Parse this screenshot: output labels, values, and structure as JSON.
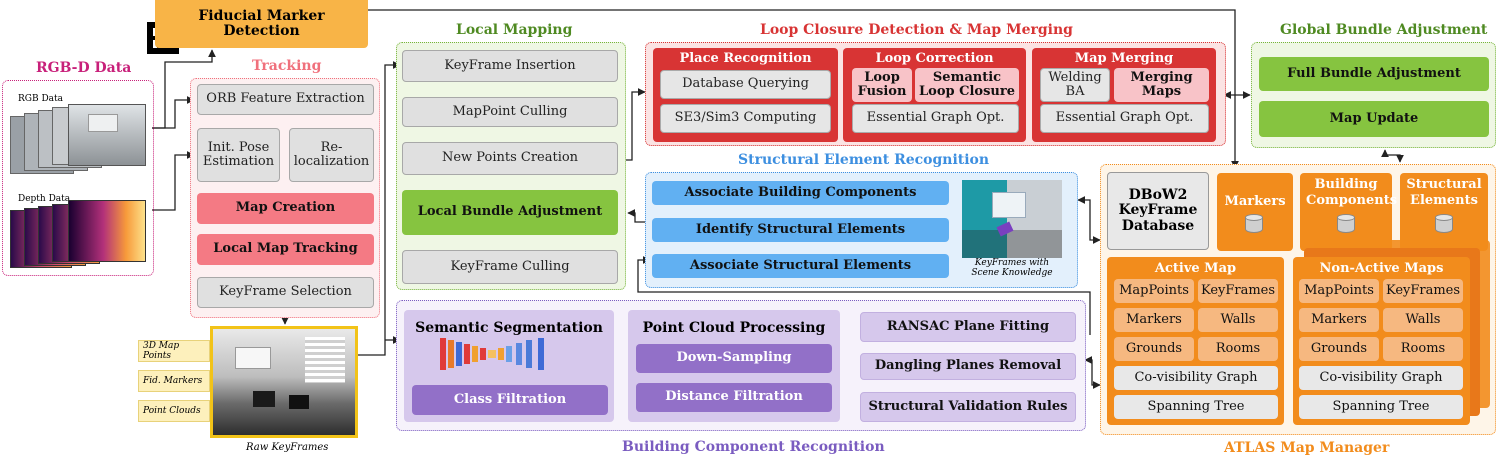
{
  "colors": {
    "tracking": "#f0707c",
    "local_mapping": "#76b43a",
    "loop": "#d83434",
    "structural": "#3d8fe0",
    "building": "#7a5cc0",
    "atlas": "#f28c1c",
    "rgbd": "#c8207a",
    "global": "#76b43a"
  },
  "rgbd": {
    "title": "RGB-D Data",
    "rgb_label": "RGB Data",
    "depth_label": "Depth Data"
  },
  "fiducial": {
    "label": "Fiducial Marker Detection"
  },
  "tracking": {
    "title": "Tracking",
    "orb": "ORB Feature Extraction",
    "init_pose": "Init. Pose Estimation",
    "reloc": "Re-localization",
    "map_creation": "Map Creation",
    "local_map_tracking": "Local Map Tracking",
    "kf_selection": "KeyFrame Selection"
  },
  "raw_keyframes": {
    "caption": "Raw KeyFrames",
    "tags": [
      "3D Map Points",
      "Fid. Markers",
      "Point Clouds"
    ]
  },
  "local_mapping": {
    "title": "Local Mapping",
    "kf_insertion": "KeyFrame Insertion",
    "mp_culling": "MapPoint Culling",
    "new_points": "New Points Creation",
    "local_ba": "Local Bundle Adjustment",
    "kf_culling": "KeyFrame Culling"
  },
  "loop": {
    "title": "Loop Closure Detection & Map Merging",
    "place_recognition": {
      "title": "Place Recognition",
      "db": "Database Querying",
      "se3": "SE3/Sim3 Computing"
    },
    "loop_correction": {
      "title": "Loop Correction",
      "loop_fusion": "Loop Fusion",
      "semantic": "Semantic Loop Closure",
      "ego": "Essential Graph Opt."
    },
    "map_merging": {
      "title": "Map Merging",
      "welding": "Welding BA",
      "merging_maps": "Merging Maps",
      "ego": "Essential Graph Opt."
    }
  },
  "global_ba": {
    "title": "Global Bundle Adjustment",
    "full": "Full Bundle Adjustment",
    "update": "Map Update"
  },
  "structural": {
    "title": "Structural Element Recognition",
    "assoc_building": "Associate Building Components",
    "identify": "Identify Structural Elements",
    "assoc_structural": "Associate Structural Elements",
    "caption": "KeyFrames with Scene Knowledge"
  },
  "building": {
    "title": "Building Component Recognition",
    "semseg": "Semantic Segmentation",
    "class_filtration": "Class Filtration",
    "pcp": "Point Cloud Processing",
    "down_sampling": "Down-Sampling",
    "distance_filtration": "Distance Filtration",
    "ransac": "RANSAC Plane Fitting",
    "dangling": "Dangling Planes Removal",
    "validation": "Structural Validation Rules"
  },
  "atlas": {
    "title": "ATLAS Map Manager",
    "dbow": "DBoW2 KeyFrame Database",
    "markers": "Markers",
    "building_components": "Building Components",
    "structural_elements": "Structural Elements",
    "active_map": {
      "title": "Active Map",
      "cells": [
        "MapPoints",
        "KeyFrames",
        "Markers",
        "Walls",
        "Grounds",
        "Rooms"
      ],
      "covis": "Co-visibility Graph",
      "spanning": "Spanning Tree"
    },
    "non_active_maps": {
      "title": "Non-Active Maps",
      "cells": [
        "MapPoints",
        "KeyFrames",
        "Markers",
        "Walls",
        "Grounds",
        "Rooms"
      ],
      "covis": "Co-visibility Graph",
      "spanning": "Spanning Tree"
    }
  }
}
